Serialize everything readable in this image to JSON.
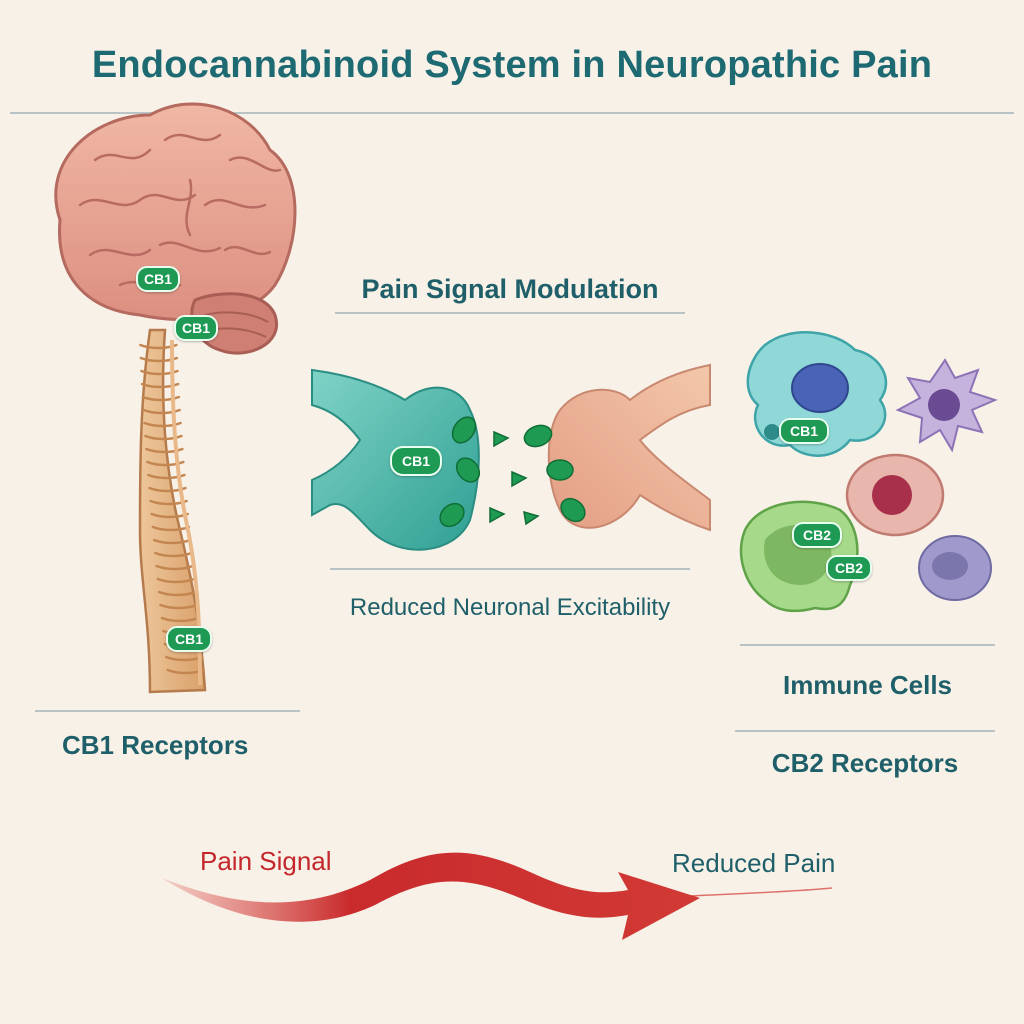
{
  "title": "Endocannabinoid System in Neuropathic Pain",
  "receptors": {
    "cb1": "CB1",
    "cb2": "CB2"
  },
  "labels": {
    "cb1_receptors": "CB1 Receptors",
    "pain_signal_modulation": "Pain Signal Modulation",
    "reduced_neuronal_excitability": "Reduced Neuronal Excitability",
    "immune_cells": "Immune Cells",
    "cb2_receptors": "CB2 Receptors",
    "pain_signal": "Pain Signal",
    "reduced_pain": "Reduced Pain"
  },
  "colors": {
    "title": "#1d6a72",
    "label": "#1f5f69",
    "badge": "#1e9a55",
    "pain_arrow": "#c4262b",
    "background": "#f8f1e8"
  }
}
